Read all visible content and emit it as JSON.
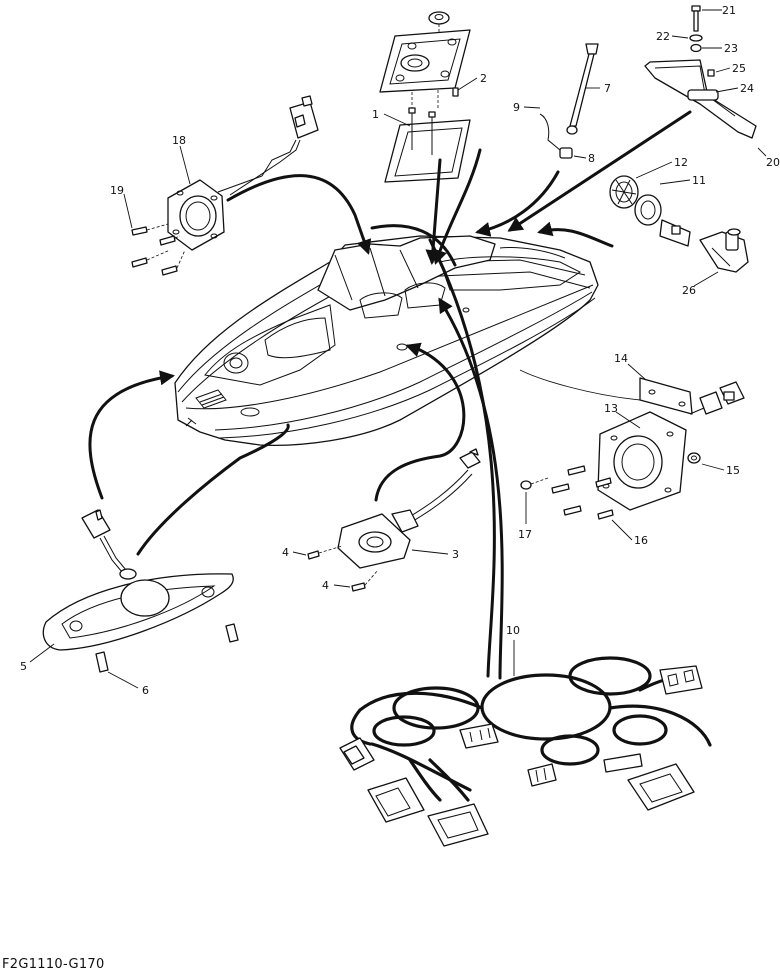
{
  "figure_code": "F2G1110-G170",
  "callouts": [
    {
      "id": "c1",
      "text": "1"
    },
    {
      "id": "c2",
      "text": "2"
    },
    {
      "id": "c3",
      "text": "3"
    },
    {
      "id": "c4a",
      "text": "4"
    },
    {
      "id": "c4b",
      "text": "4"
    },
    {
      "id": "c5",
      "text": "5"
    },
    {
      "id": "c6",
      "text": "6"
    },
    {
      "id": "c7",
      "text": "7"
    },
    {
      "id": "c8",
      "text": "8"
    },
    {
      "id": "c9",
      "text": "9"
    },
    {
      "id": "c10",
      "text": "10"
    },
    {
      "id": "c11",
      "text": "11"
    },
    {
      "id": "c12",
      "text": "12"
    },
    {
      "id": "c13",
      "text": "13"
    },
    {
      "id": "c14",
      "text": "14"
    },
    {
      "id": "c15",
      "text": "15"
    },
    {
      "id": "c16",
      "text": "16"
    },
    {
      "id": "c17",
      "text": "17"
    },
    {
      "id": "c18",
      "text": "18"
    },
    {
      "id": "c19",
      "text": "19"
    },
    {
      "id": "c20",
      "text": "20"
    },
    {
      "id": "c21",
      "text": "21"
    },
    {
      "id": "c22",
      "text": "22"
    },
    {
      "id": "c23",
      "text": "23"
    },
    {
      "id": "c24",
      "text": "24"
    },
    {
      "id": "c25",
      "text": "25"
    },
    {
      "id": "c26",
      "text": "26"
    }
  ]
}
